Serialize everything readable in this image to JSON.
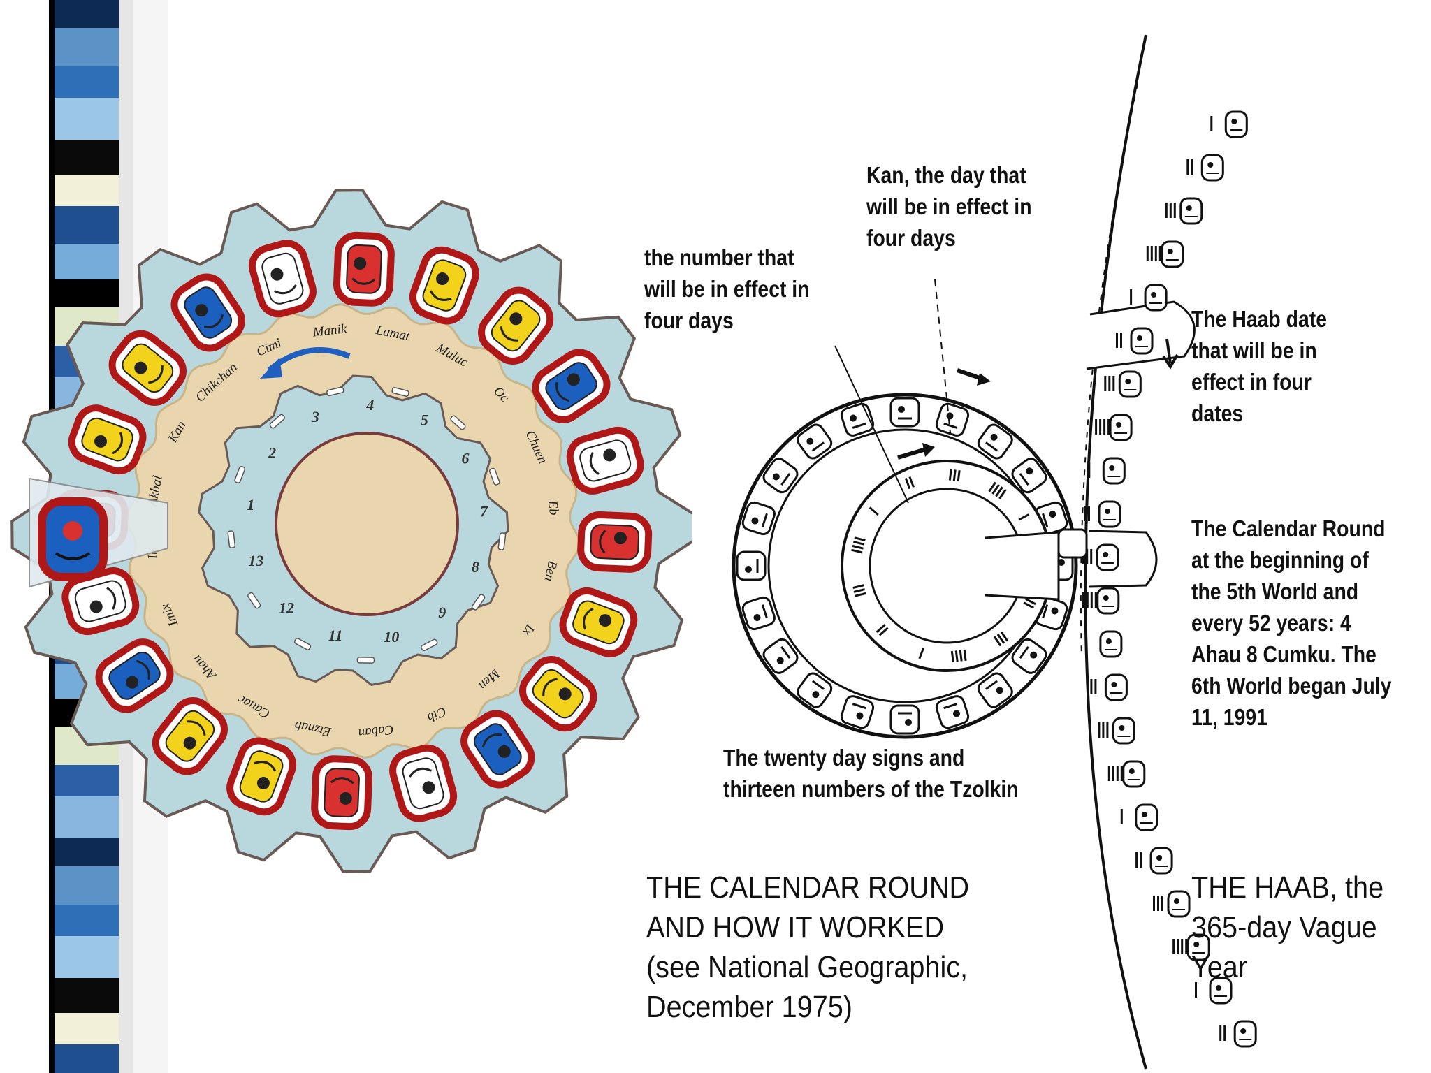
{
  "stripe_colors": [
    "#0d2a55",
    "#5b93c7",
    "#2f6fb8",
    "#9cc6e8",
    "#0a0a0a",
    "#f2f0d8",
    "#1f4f8f",
    "#76acd9",
    "#000000",
    "#dfe8c9",
    "#2c60a6",
    "#88b6de"
  ],
  "wheel": {
    "day_names": [
      "Chikchan",
      "Cimi",
      "Manik",
      "Lamat",
      "Muluc",
      "Oc",
      "Chuen",
      "Eb",
      "Ben",
      "Ix",
      "Men",
      "Cib",
      "Caban",
      "Etznab",
      "Cauac",
      "Ahau",
      "Imix",
      "Ik",
      "Akbal",
      "Kan"
    ],
    "numbers": [
      "1",
      "2",
      "3",
      "4",
      "5",
      "6",
      "7",
      "8",
      "9",
      "10",
      "11",
      "12",
      "13"
    ],
    "colors": {
      "paper": "#e9d6ae",
      "ring": "#b8d8de",
      "glyph_frame": "#b01818",
      "glyph_yellow": "#f3d21b",
      "glyph_blue": "#1b5fbf"
    }
  },
  "captions": {
    "kan": "Kan, the day that\nwill be in effect in\nfour days",
    "number": "the number that\nwill be in effect in\nfour days",
    "haab_date": "The Haab date\nthat will be in\neffect in four\ndates",
    "calendar_round": "The Calendar Round\nat the beginning of\nthe 5th World and\nevery 52 years: 4\nAhau 8 Cumku.  The\n6th World began July\n11, 1991",
    "tzolkin": "The twenty day signs and\nthirteen numbers of the Tzolkin",
    "main_title": "THE CALENDAR ROUND\nAND HOW IT WORKED\n(see National Geographic,\nDecember 1975)",
    "haab_title": "THE HAAB, the\n365-day Vague\nYear"
  }
}
